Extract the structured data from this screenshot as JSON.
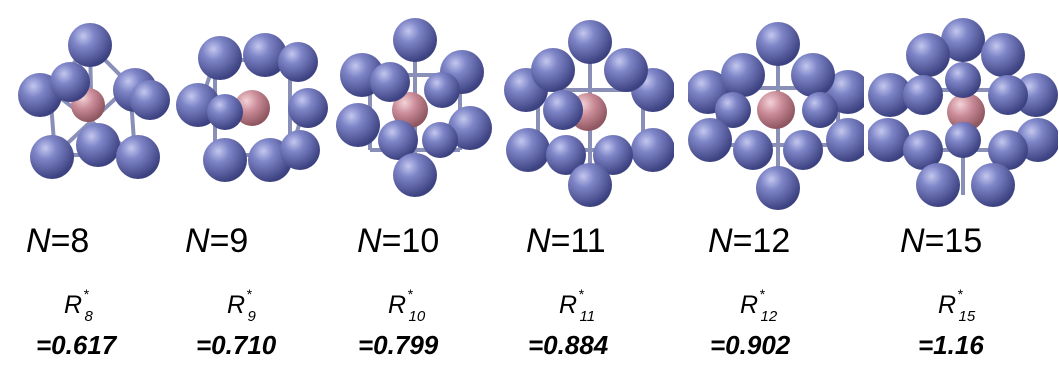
{
  "colors": {
    "outer_atom": "#6e74b8",
    "outer_atom_highlight": "#b9bde8",
    "outer_atom_shadow": "#3c4180",
    "bond": "#8a8fb8",
    "center_atom": "#c78a96",
    "center_atom_highlight": "#f0c7cf"
  },
  "clusters": [
    {
      "n_symbol": "N",
      "n_value": "=8",
      "r_symbol": "R",
      "r_star": "*",
      "r_sub": "8",
      "value": "=0.617"
    },
    {
      "n_symbol": "N",
      "n_value": "=9",
      "r_symbol": "R",
      "r_star": "*",
      "r_sub": "9",
      "value": "=0.710"
    },
    {
      "n_symbol": "N",
      "n_value": "=10",
      "r_symbol": "R",
      "r_star": "*",
      "r_sub": "10",
      "value": "=0.799"
    },
    {
      "n_symbol": "N",
      "n_value": "=11",
      "r_symbol": "R",
      "r_star": "*",
      "r_sub": "11",
      "value": "=0.884"
    },
    {
      "n_symbol": "N",
      "n_value": "=12",
      "r_symbol": "R",
      "r_star": "*",
      "r_sub": "12",
      "value": "=0.902"
    },
    {
      "n_symbol": "N",
      "n_value": "=15",
      "r_symbol": "R",
      "r_star": "*",
      "r_sub": "15",
      "value": "=1.16"
    }
  ]
}
